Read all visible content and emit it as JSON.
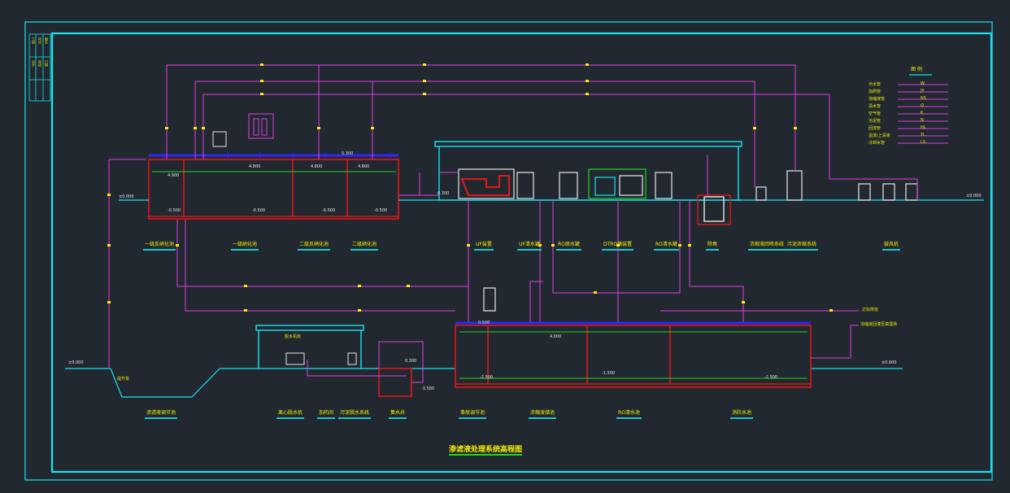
{
  "drawing": {
    "title": "渗滤液处理系统高程图",
    "title_block": [
      "工程",
      "项目",
      "图名",
      "设计",
      "审核",
      "日期"
    ]
  },
  "legend": {
    "heading": "图 例",
    "items": [
      {
        "label": "污水管",
        "code": "W"
      },
      {
        "label": "加药管",
        "code": "JY"
      },
      {
        "label": "浓缩液管",
        "code": "NS"
      },
      {
        "label": "清水管",
        "code": "Q"
      },
      {
        "label": "空气管",
        "code": "K"
      },
      {
        "label": "污泥管",
        "code": "N"
      },
      {
        "label": "回流管",
        "code": "HL"
      },
      {
        "label": "溢流/上清液",
        "code": "YL"
      },
      {
        "label": "冷却水管",
        "code": "LS"
      }
    ]
  },
  "upper_captions": [
    "一级反硝化池",
    "一级硝化池",
    "二级反硝化池",
    "二级硝化池",
    "UF装置",
    "UF清水罐",
    "RO原水罐",
    "DTRO膜装置",
    "RO清水罐",
    "除臭",
    "浓缩液回喷系统",
    "污泥浓缩系统",
    "鼓风机"
  ],
  "lower_captions": [
    "渗滤液调节池",
    "离心脱水机",
    "加药间",
    "污泥脱水系统",
    "集水井",
    "事故调节池",
    "浓缩液储池",
    "RO清水池",
    "消防水池"
  ],
  "annotations": {
    "building": "脱水机房",
    "discharge_1": "达标排放",
    "discharge_2": "浓缩液回灌至填埋场",
    "pump": "提升泵"
  },
  "levels": {
    "ground_left": "±0.000",
    "ground_mid": "0.300",
    "ground_right": "±0.000",
    "ground_low_left": "±0.000",
    "ground_low_right": "±0.000",
    "tank_top": "5.300",
    "wl_1": "4.900",
    "wl_2": "4.800",
    "wl_3": "4.800",
    "wl_4": "4.800",
    "bottom_1": "-0.500",
    "bottom_2": "-0.500",
    "bottom_3": "-0.500",
    "bottom_4": "-0.500",
    "lower_top": "0.500",
    "lower_wl": "4.000",
    "lower_b1": "-2.500",
    "lower_b2": "-1.500",
    "lower_b3": "-2.500",
    "sump_bottom": "-3.500",
    "sump_top": "0.300"
  },
  "colors": {
    "background": "#212830",
    "frame": "#17e5f2",
    "pipe": "#e040e0",
    "tank": "#e01818",
    "water": "#21d421",
    "text": "#f2f200",
    "platform": "#2a2af5"
  }
}
